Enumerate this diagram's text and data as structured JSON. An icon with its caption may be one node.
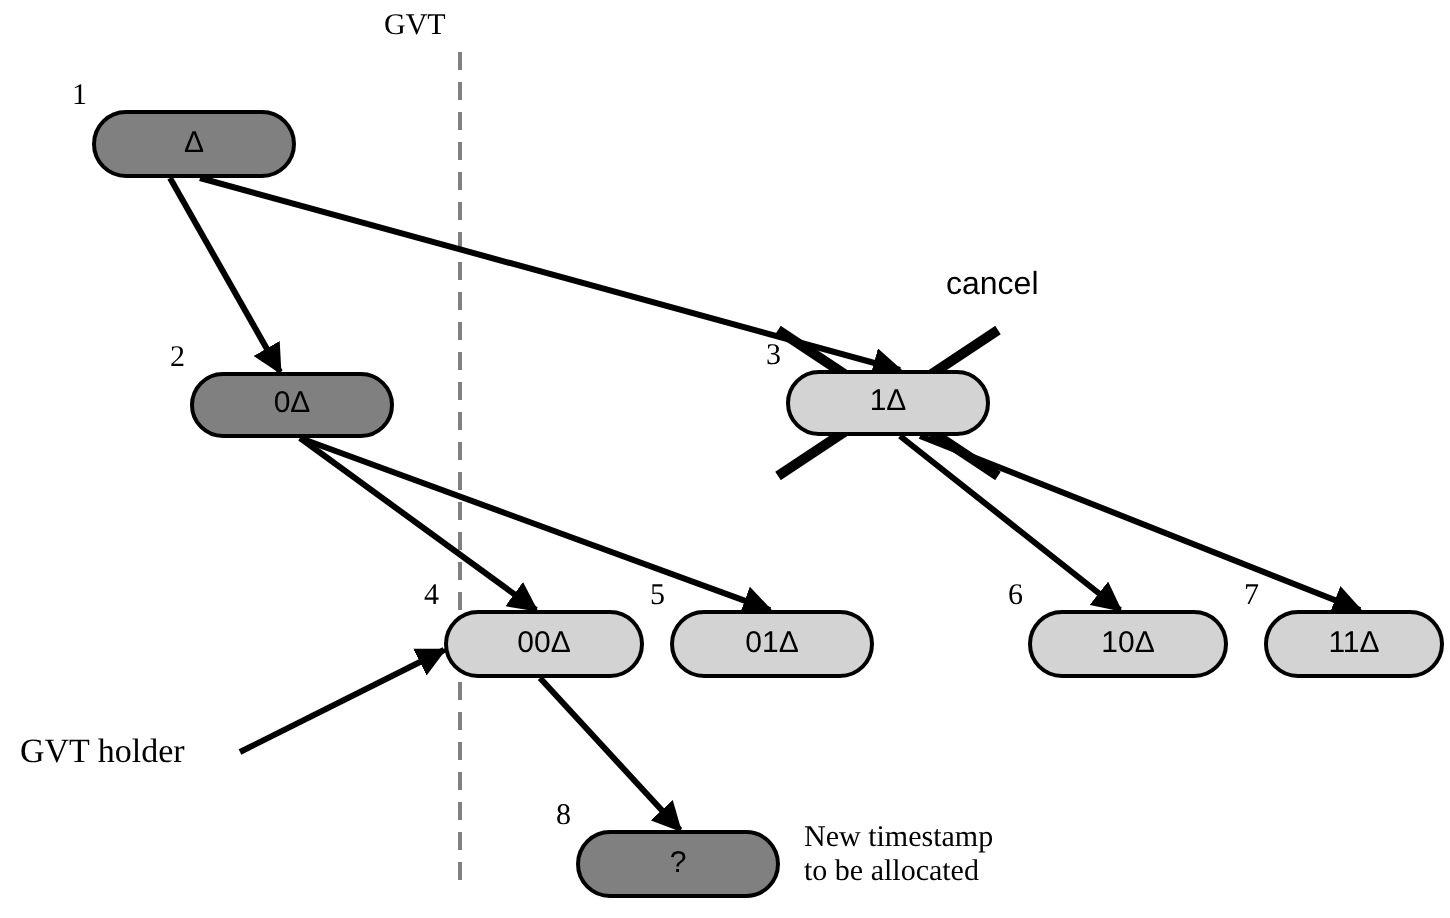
{
  "diagram": {
    "nodes": [
      {
        "text": [
          "Δ"
        ],
        "beside": [
          "1"
        ]
      },
      {
        "text": [
          "0Δ"
        ],
        "beside": [
          "2"
        ]
      },
      {
        "text": [
          "1Δ"
        ],
        "beside": [
          "3"
        ]
      },
      {
        "text": [
          "00Δ"
        ],
        "beside": [
          "4"
        ]
      },
      {
        "text": [
          "01Δ"
        ],
        "beside": [
          "5"
        ]
      },
      {
        "text": [
          "10Δ"
        ],
        "beside": [
          "6"
        ]
      },
      {
        "text": [
          "11Δ"
        ],
        "beside": [
          "7"
        ]
      },
      {
        "text": [
          "?"
        ],
        "beside": [
          "8",
          "New timestamp to be allocated"
        ]
      },
      {
        "text": [
          "GVT holder"
        ]
      }
    ],
    "edges": [
      {
        "from": 0,
        "to": 1,
        "arrow": "to"
      },
      {
        "from": 0,
        "to": 2,
        "arrow": "to"
      },
      {
        "from": 1,
        "to": 3,
        "arrow": "to"
      },
      {
        "from": 1,
        "to": 4,
        "arrow": "to"
      },
      {
        "from": 2,
        "to": 5,
        "arrow": "to"
      },
      {
        "from": 2,
        "to": 6,
        "arrow": "to"
      },
      {
        "from": 3,
        "to": 7,
        "arrow": "to"
      },
      {
        "from": 8,
        "to": 3,
        "arrow": "to"
      }
    ],
    "labels": [
      "GVT",
      "cancel"
    ]
  }
}
